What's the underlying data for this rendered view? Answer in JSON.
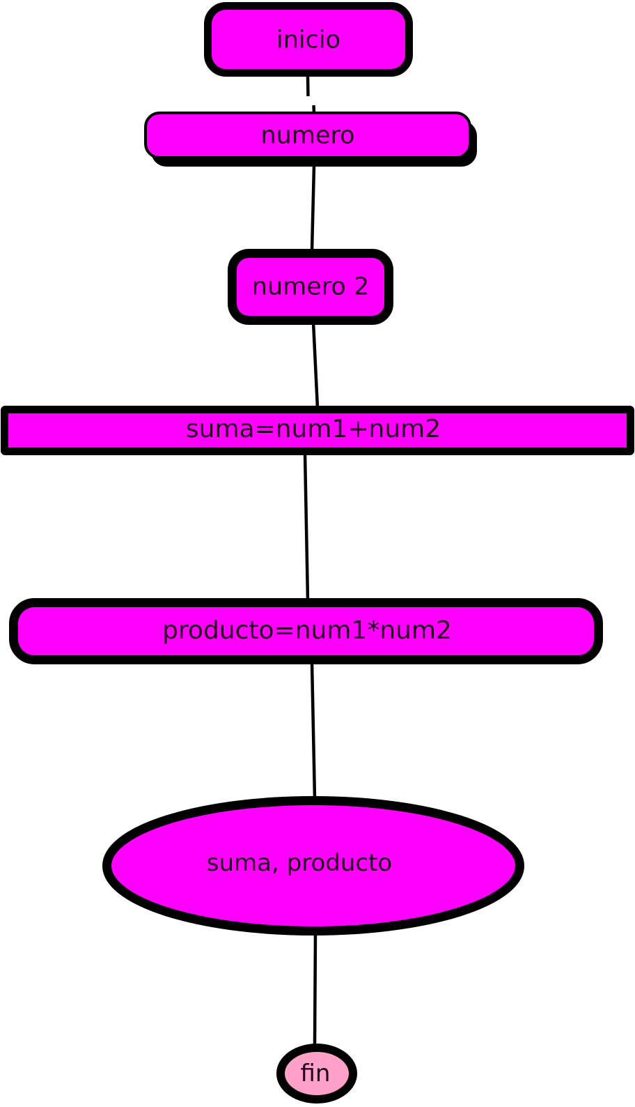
{
  "diagram": {
    "type": "flowchart",
    "background": "#FFFFFF",
    "colors": {
      "node_fill": "#FF00FF",
      "terminal_fill": "#FFA0C9",
      "border": "#000000",
      "connector": "#000000",
      "text": "#24031F"
    },
    "nodes": [
      {
        "id": "inicio",
        "label": "inicio",
        "shape": "rounded-rectangle"
      },
      {
        "id": "numero",
        "label": "numero",
        "shape": "rounded-rectangle-shadow"
      },
      {
        "id": "numero-2",
        "label": "numero 2",
        "shape": "rounded-rectangle"
      },
      {
        "id": "suma",
        "label": "suma=num1+num2",
        "shape": "rectangle"
      },
      {
        "id": "producto",
        "label": "producto=num1*num2",
        "shape": "rounded-rectangle"
      },
      {
        "id": "salida",
        "label": "suma, producto",
        "shape": "ellipse"
      },
      {
        "id": "fin",
        "label": "fin",
        "shape": "terminal-ellipse"
      }
    ],
    "edges": [
      {
        "from": "inicio",
        "to": "numero"
      },
      {
        "from": "numero",
        "to": "numero-2"
      },
      {
        "from": "numero-2",
        "to": "suma"
      },
      {
        "from": "suma",
        "to": "producto"
      },
      {
        "from": "producto",
        "to": "salida"
      },
      {
        "from": "salida",
        "to": "fin"
      }
    ]
  }
}
